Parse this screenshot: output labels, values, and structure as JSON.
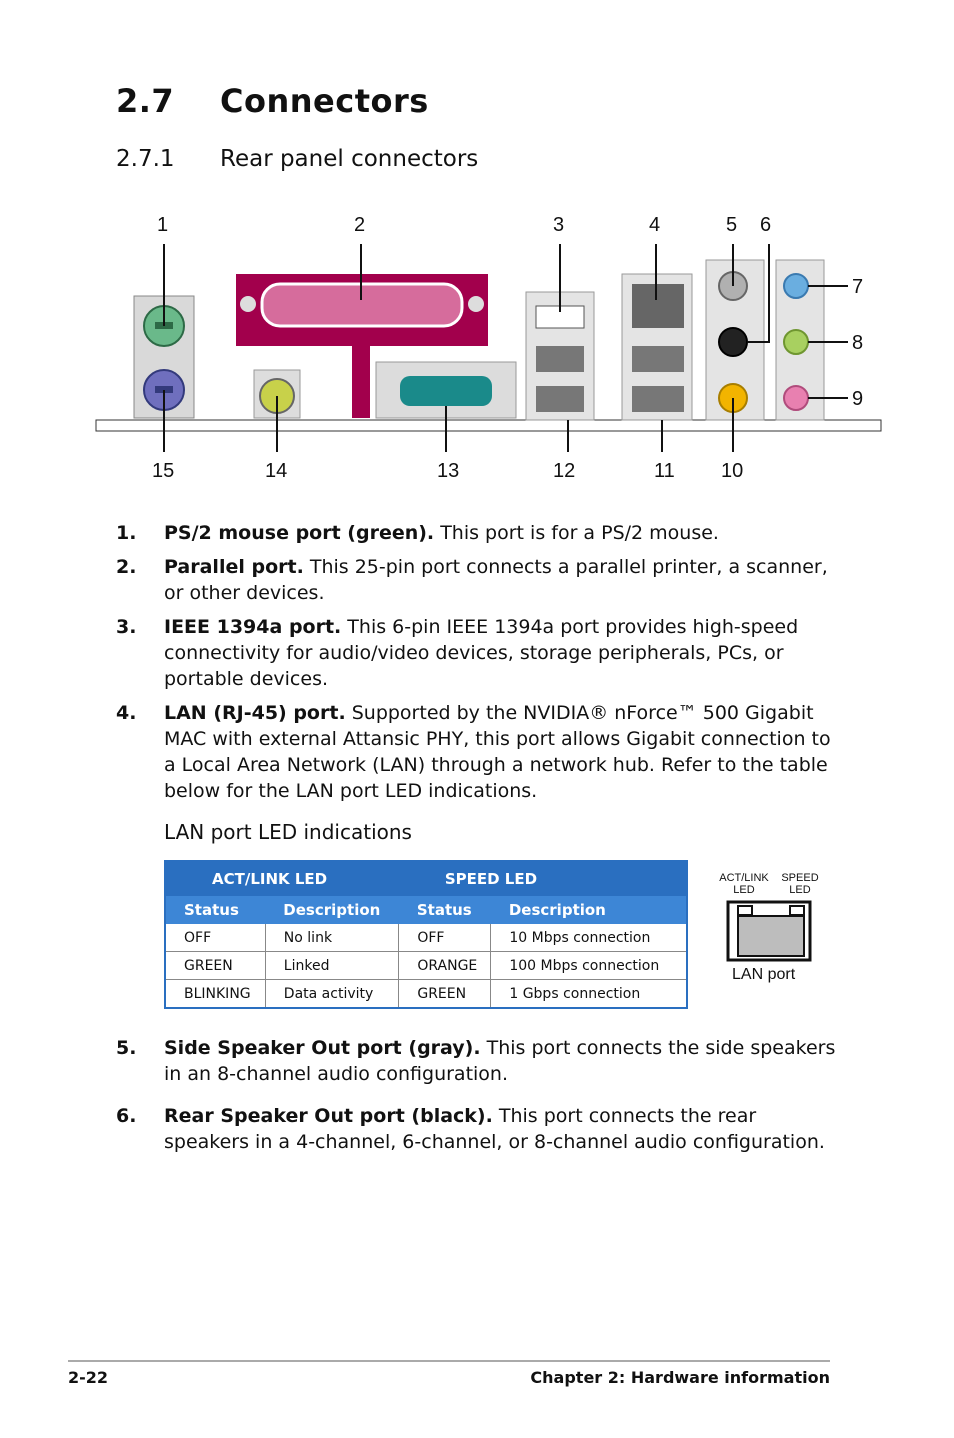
{
  "section": {
    "number": "2.7",
    "title": "Connectors"
  },
  "subsection": {
    "number": "2.7.1",
    "title": "Rear panel connectors"
  },
  "callouts": {
    "c1": "1",
    "c2": "2",
    "c3": "3",
    "c4": "4",
    "c5": "5",
    "c6": "6",
    "c7": "7",
    "c8": "8",
    "c9": "9",
    "c10": "10",
    "c11": "11",
    "c12": "12",
    "c13": "13",
    "c14": "14",
    "c15": "15"
  },
  "items": [
    {
      "num": "1.",
      "title": "PS/2 mouse port (green).",
      "text": " This port is for a PS/2 mouse."
    },
    {
      "num": "2.",
      "title": "Parallel port.",
      "text": " This 25-pin port connects a parallel printer, a scanner, or other devices."
    },
    {
      "num": "3.",
      "title": "IEEE 1394a port.",
      "text": " This 6-pin IEEE 1394a port provides high-speed connectivity for audio/video devices, storage peripherals, PCs, or portable devices."
    },
    {
      "num": "4.",
      "title": "LAN (RJ-45) port.",
      "text": " Supported by the NVIDIA® nForce™ 500 Gigabit MAC with external Attansic PHY, this port allows Gigabit connection to a Local Area Network (LAN) through a network hub. Refer to the table below for the LAN port LED indications."
    },
    {
      "num": "5.",
      "title": "Side Speaker Out port (gray).",
      "text": " This port connects the side speakers in an 8-channel audio configuration."
    },
    {
      "num": "6.",
      "title": "Rear Speaker Out port (black).",
      "text": " This port connects the rear speakers in a 4-channel, 6-channel, or 8-channel audio configuration."
    }
  ],
  "led_table": {
    "caption": "LAN port LED indications",
    "group1": "ACT/LINK LED",
    "group2": "SPEED LED",
    "headers": [
      "Status",
      "Description",
      "Status",
      "Description"
    ],
    "rows": [
      [
        "OFF",
        "No link",
        "OFF",
        "10 Mbps connection"
      ],
      [
        "GREEN",
        "Linked",
        "ORANGE",
        "100 Mbps connection"
      ],
      [
        "BLINKING",
        "Data activity",
        "GREEN",
        "1 Gbps connection"
      ]
    ]
  },
  "lan_diagram": {
    "act_label": "ACT/LINK LED",
    "speed_label": "SPEED LED",
    "port_label": "LAN port"
  },
  "footer": {
    "page": "2-22",
    "chapter": "Chapter 2: Hardware information"
  }
}
